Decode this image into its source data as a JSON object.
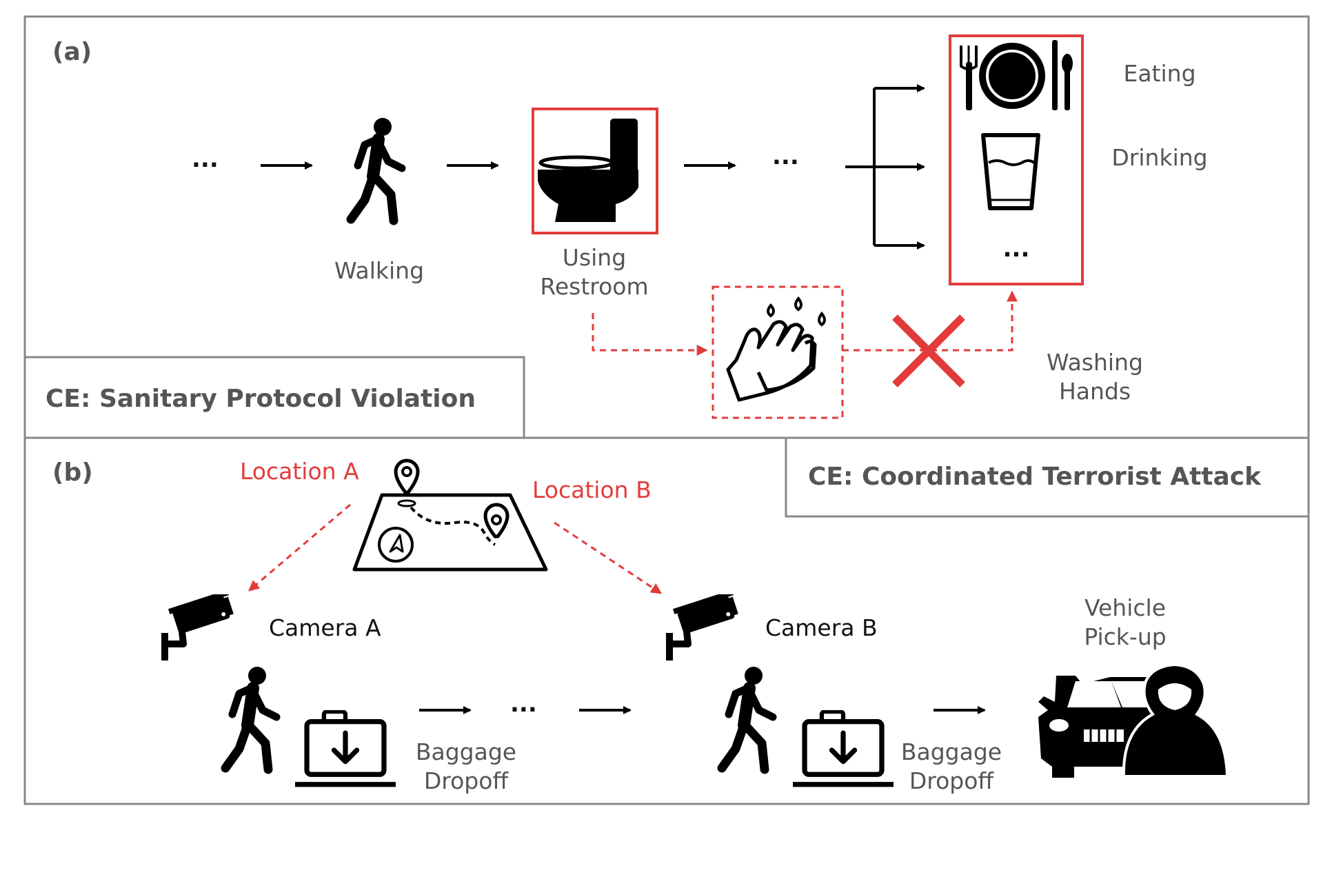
{
  "panel_a": {
    "tag": "(a)",
    "ce_label": "CE: Sanitary Protocol Violation",
    "ellipsis_start": "...",
    "ellipsis_mid": "...",
    "ellipsis_box": "...",
    "walking": "Walking",
    "restroom_line1": "Using",
    "restroom_line2": "Restroom",
    "eating": "Eating",
    "drinking": "Drinking",
    "washing_line1": "Washing",
    "washing_line2": "Hands"
  },
  "panel_b": {
    "tag": "(b)",
    "ce_label": "CE: Coordinated Terrorist Attack",
    "location_a": "Location A",
    "location_b": "Location B",
    "camera_a": "Camera A",
    "camera_b": "Camera B",
    "ellipsis": "...",
    "baggage1_line1": "Baggage",
    "baggage1_line2": "Dropoff",
    "baggage2_line1": "Baggage",
    "baggage2_line2": "Dropoff",
    "vehicle_line1": "Vehicle",
    "vehicle_line2": "Pick-up"
  },
  "colors": {
    "highlight": "#e33b3b",
    "frame": "#888888",
    "icon": "#000000",
    "text": "#555555"
  }
}
